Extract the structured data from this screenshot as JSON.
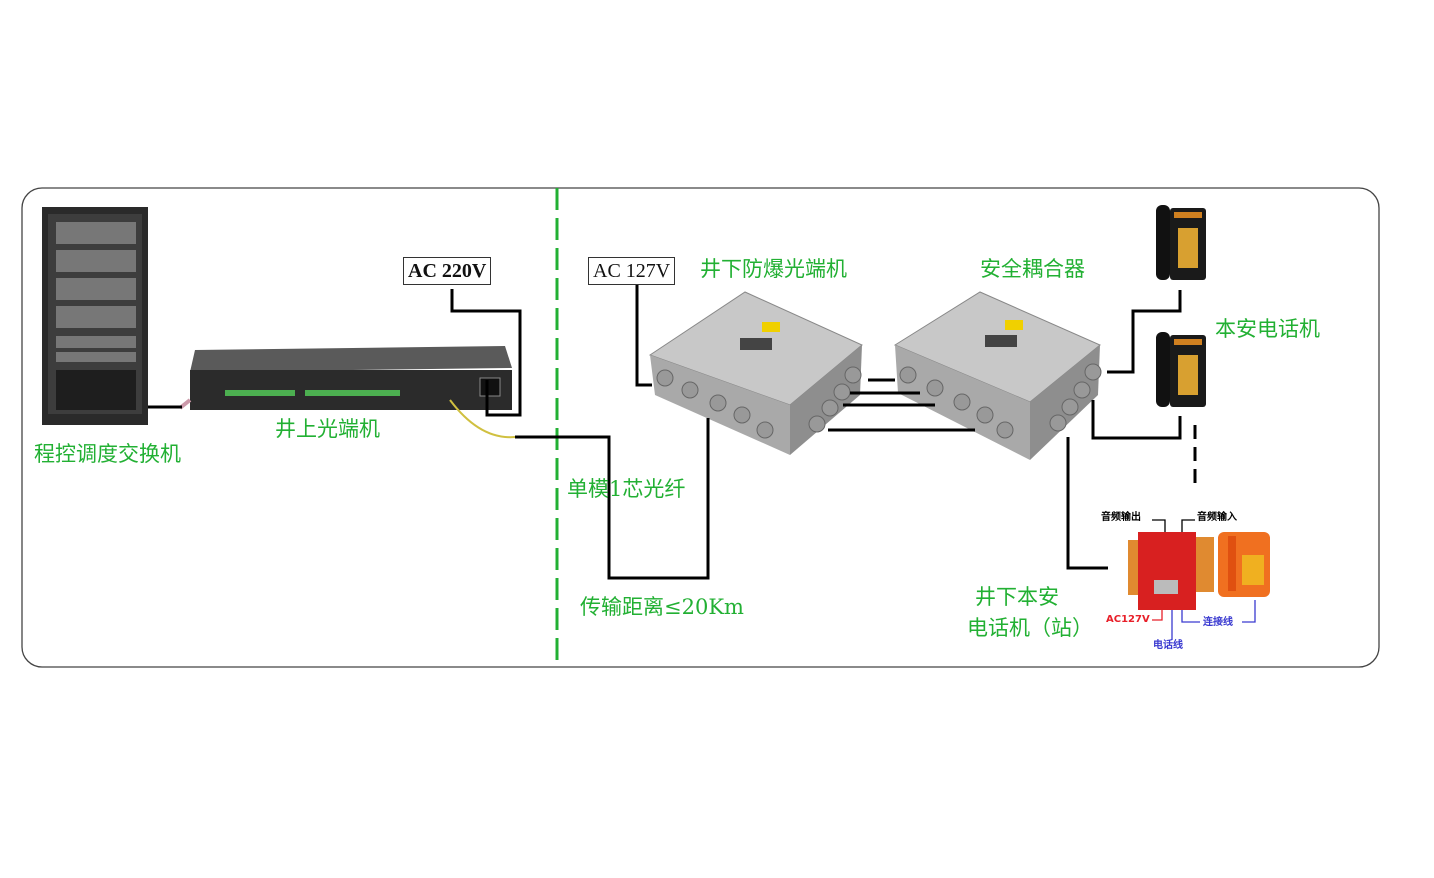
{
  "labels": {
    "switch": "程控调度交换机",
    "surface_optical": "井上光端机",
    "ac220": "AC 220V",
    "ac127": "AC 127V",
    "underground_optical": "井下防爆光端机",
    "coupler": "安全耦合器",
    "safe_phone": "本安电话机",
    "fiber": "单模1芯光纤",
    "distance": "传输距离≤20Km",
    "station_line1": "井下本安",
    "station_line2": "电话机（站）",
    "audio_out": "音频输出",
    "audio_in": "音频输入",
    "ac127_small": "AC127V",
    "connect_line": "连接线",
    "phone_line": "电话线"
  },
  "colors": {
    "green": "#22b033",
    "red": "#e8202a",
    "blue": "#3a3ad0",
    "wire": "#000000"
  }
}
